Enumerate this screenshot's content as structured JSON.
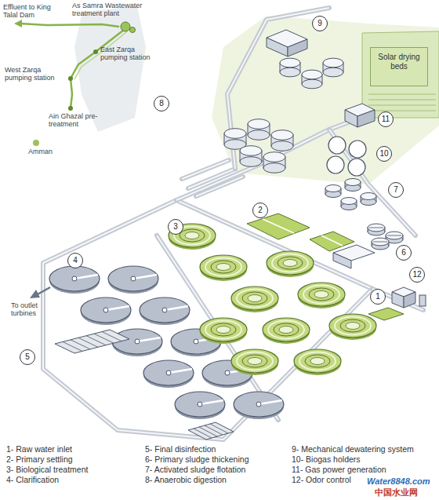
{
  "diagram": {
    "nodes": [
      {
        "text": [
          "9"
        ]
      },
      {
        "text": [
          "Solar drying beds"
        ]
      },
      {
        "text": [
          "8"
        ]
      },
      {
        "text": [
          "11"
        ]
      },
      {
        "text": [
          "10"
        ]
      },
      {
        "text": [
          "7"
        ]
      },
      {
        "text": [
          "2"
        ]
      },
      {
        "text": [
          "3"
        ]
      },
      {
        "text": [
          "6"
        ]
      },
      {
        "text": [
          "4"
        ]
      },
      {
        "text": [
          "12"
        ]
      },
      {
        "text": [
          "1"
        ]
      },
      {
        "text": [
          "5"
        ]
      }
    ],
    "labels": [
      "Effluent to King Talal Dam",
      "As Samra Wastewater treatment plant",
      "East Zarqa pumping station",
      "West Zarqa pumping station",
      "Ain Ghazal pre-treatment",
      "Amman",
      "To outlet turbines",
      "1- Raw water inlet",
      "2- Primary settling",
      "3- Biological treatment",
      "4- Clarification",
      "5- Final disinfection",
      "6- Primary sludge thickening",
      "7- Activated sludge flotation",
      "8- Anaerobic digestion",
      "9- Mechanical dewatering system",
      "10- Biogas holders",
      "11- Gas power generation",
      "12- Odor control",
      "Water8848.com",
      "中国水业网"
    ]
  }
}
